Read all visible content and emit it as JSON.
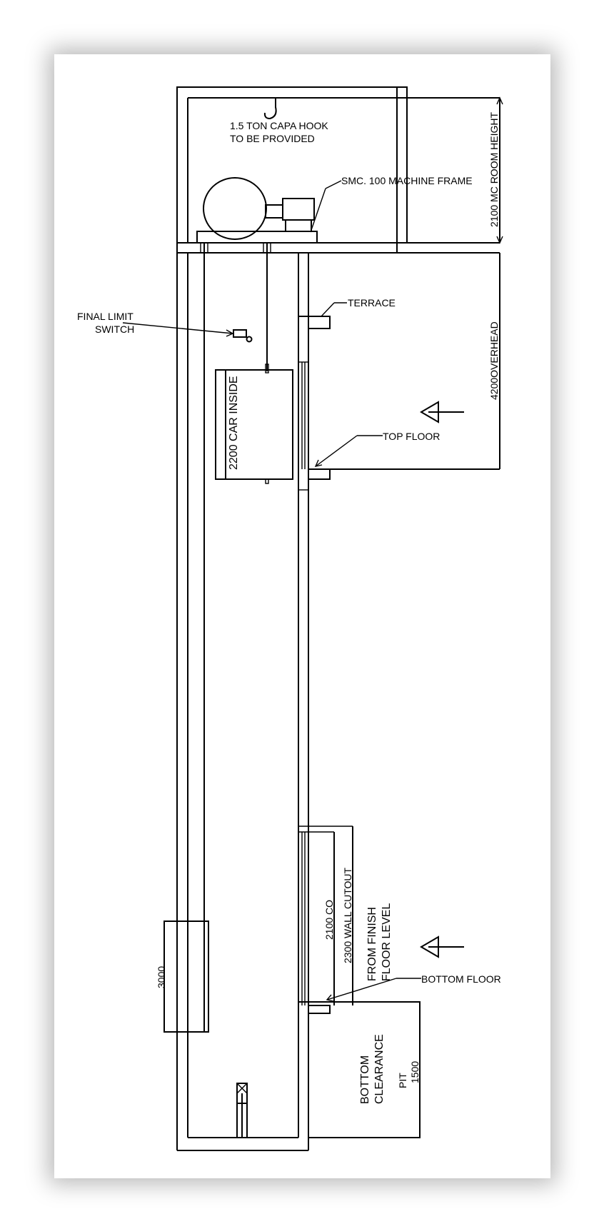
{
  "labels": {
    "hook_line1": "1.5 TON CAPA HOOK",
    "hook_line2": "TO BE PROVIDED",
    "machine_frame": "SMC. 100 MACHINE FRAME",
    "mc_room_height": "2100 MC ROOM HEIGHT",
    "final_limit_line1": "FINAL LIMIT",
    "final_limit_line2": "SWITCH",
    "terrace": "TERRACE",
    "overhead": "4200OVERHEAD",
    "car_inside": "2200 CAR INSIDE",
    "top_floor": "TOP FLOOR",
    "counterweight": "3000",
    "door_co": "2100 CO",
    "wall_cutout": "2300 WALL CUTOUT",
    "ffl_line1": "FROM FINISH",
    "ffl_line2": "FLOOR LEVEL",
    "bottom_floor": "BOTTOM FLOOR",
    "clearance_line1": "BOTTOM",
    "clearance_line2": "CLEARANCE",
    "pit": "PIT",
    "pit_depth": "1500"
  }
}
